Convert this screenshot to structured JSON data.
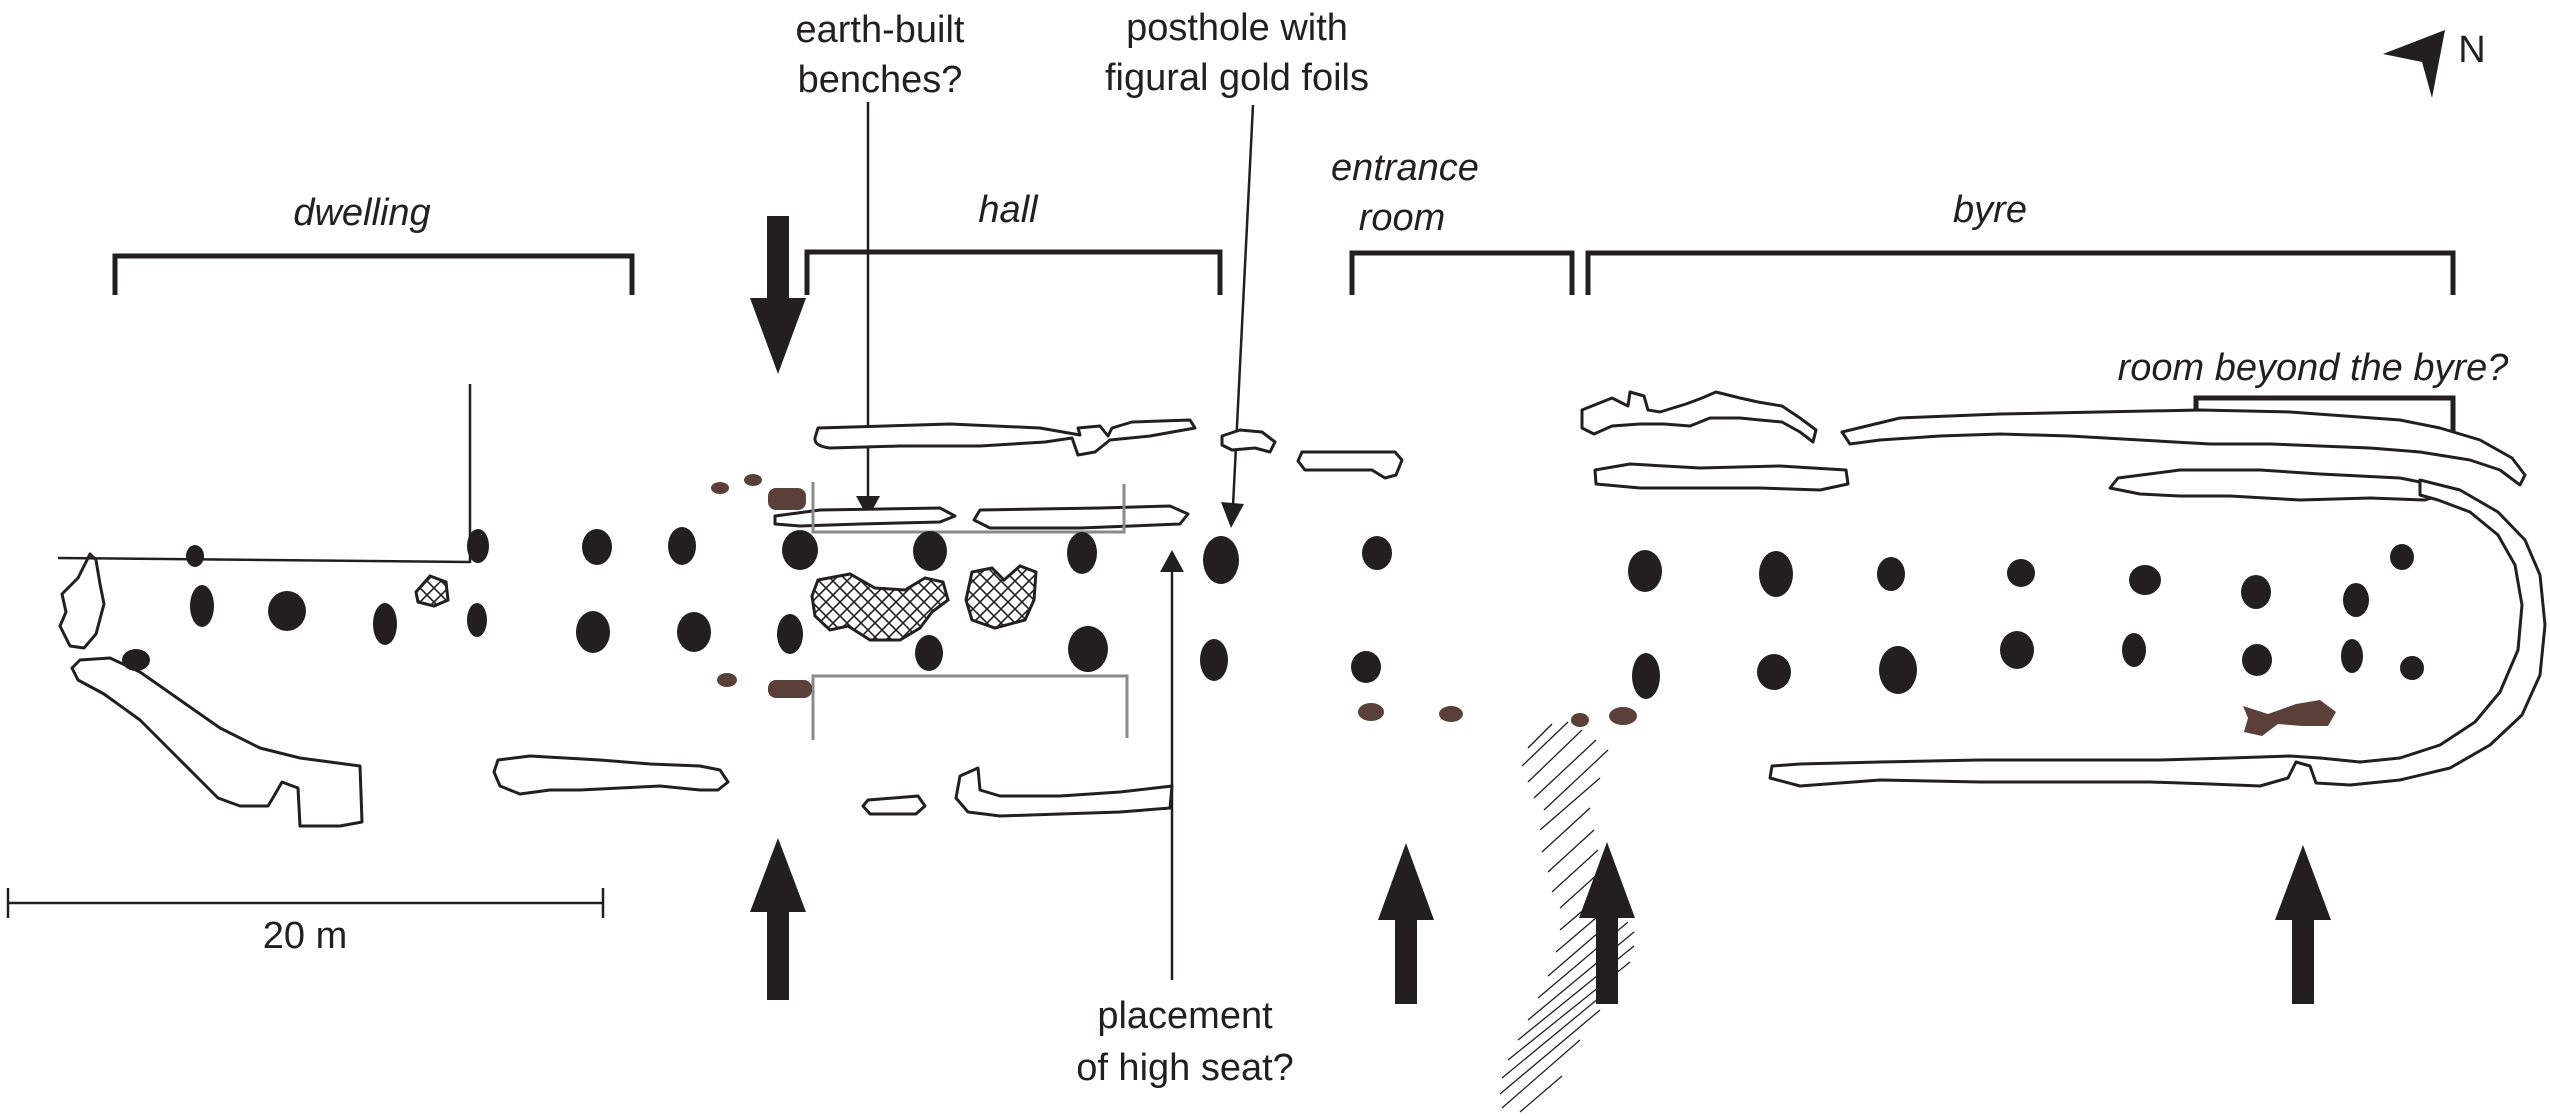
{
  "labels": {
    "dwelling": "dwelling",
    "hall": "hall",
    "entrance_line1": "entrance",
    "entrance_line2": "room",
    "byre": "byre",
    "room_beyond": "room beyond the byre?",
    "benches_line1": "earth-built",
    "benches_line2": "benches?",
    "posthole_line1": "posthole with",
    "posthole_line2": "figural gold foils",
    "highseat_line1": "placement",
    "highseat_line2": "of high seat?",
    "scale": "20 m",
    "north": "N"
  }
}
